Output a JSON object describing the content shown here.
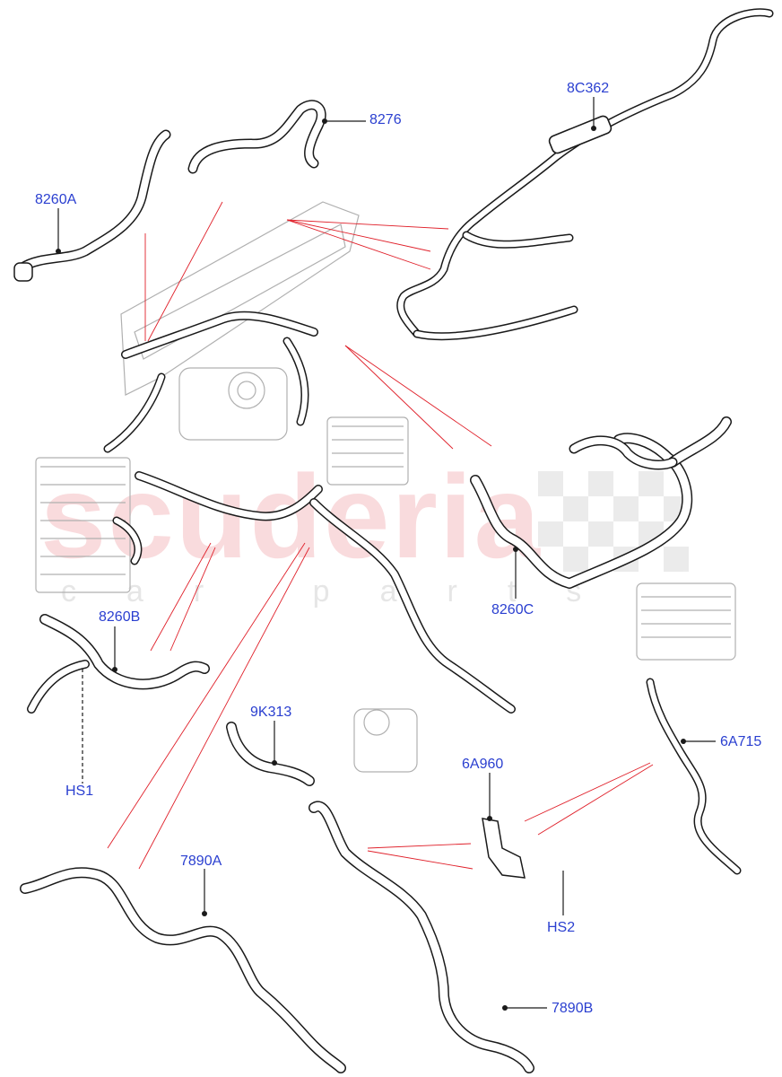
{
  "watermark": {
    "main": "scuderia",
    "sub": "car parts"
  },
  "labels": {
    "p8260A": "8260A",
    "p8276": "8276",
    "p8C362": "8C362",
    "p8260B": "8260B",
    "p8260C": "8260C",
    "pHS1": "HS1",
    "p9K313": "9K313",
    "p6A960": "6A960",
    "p6A715": "6A715",
    "pHS2": "HS2",
    "p7890A": "7890A",
    "p7890B": "7890B"
  },
  "colors": {
    "label": "#2a3fd0",
    "leader": "#1a1a1a",
    "reference_line": "#e0202a",
    "watermark": "#eea0a5"
  }
}
